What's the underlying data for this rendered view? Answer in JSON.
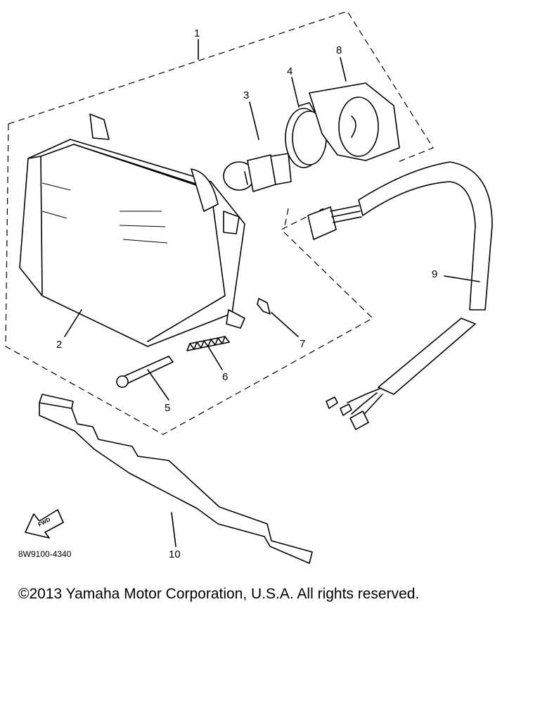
{
  "figure_code": "8W9100-4340",
  "fwd_label": "FWD",
  "copyright": "©2013 Yamaha Motor Corporation, U.S.A. All rights reserved.",
  "callouts": [
    "1",
    "2",
    "3",
    "4",
    "5",
    "6",
    "7",
    "8",
    "9",
    "10"
  ]
}
